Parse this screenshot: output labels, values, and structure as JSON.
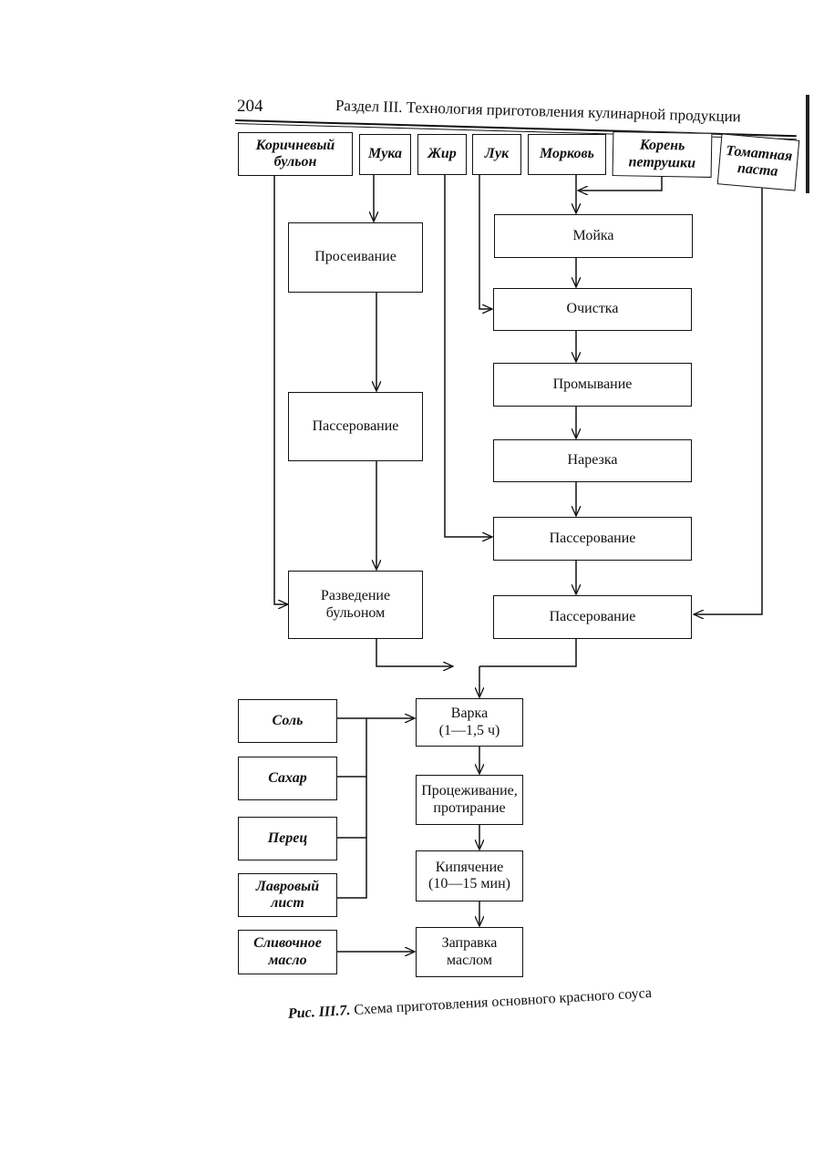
{
  "header": {
    "page_number": "204",
    "section_title": "Раздел III. Технология приготовления кулинарной продукции"
  },
  "ingredients_top": {
    "brown_broth": "Коричневый\nбульон",
    "flour": "Мука",
    "fat": "Жир",
    "onion": "Лук",
    "carrot": "Морковь",
    "parsley_root": "Корень\nпетрушки",
    "tomato_paste": "Томатная\nпаста"
  },
  "steps": {
    "washing": "Мойка",
    "peeling": "Очистка",
    "rinsing": "Промывание",
    "cutting": "Нарезка",
    "sauteing_veg": "Пассерование",
    "sauteing_tomato": "Пассерование",
    "sifting": "Просеивание",
    "sauteing_flour": "Пассерование",
    "diluting": "Разведение\nбульоном",
    "boiling": "Варка\n(1—1,5 ч)",
    "straining": "Процеживание,\nпротирание",
    "simmering": "Кипячение\n(10—15 мин)",
    "dressing": "Заправка\nмаслом"
  },
  "ingredients_side": {
    "salt": "Соль",
    "sugar": "Сахар",
    "pepper": "Перец",
    "bay_leaf": "Лавровый\nлист",
    "butter": "Сливочное\nмасло"
  },
  "caption": {
    "label": "Рис. III.7.",
    "text": " Схема приготовления основного красного соуса"
  }
}
